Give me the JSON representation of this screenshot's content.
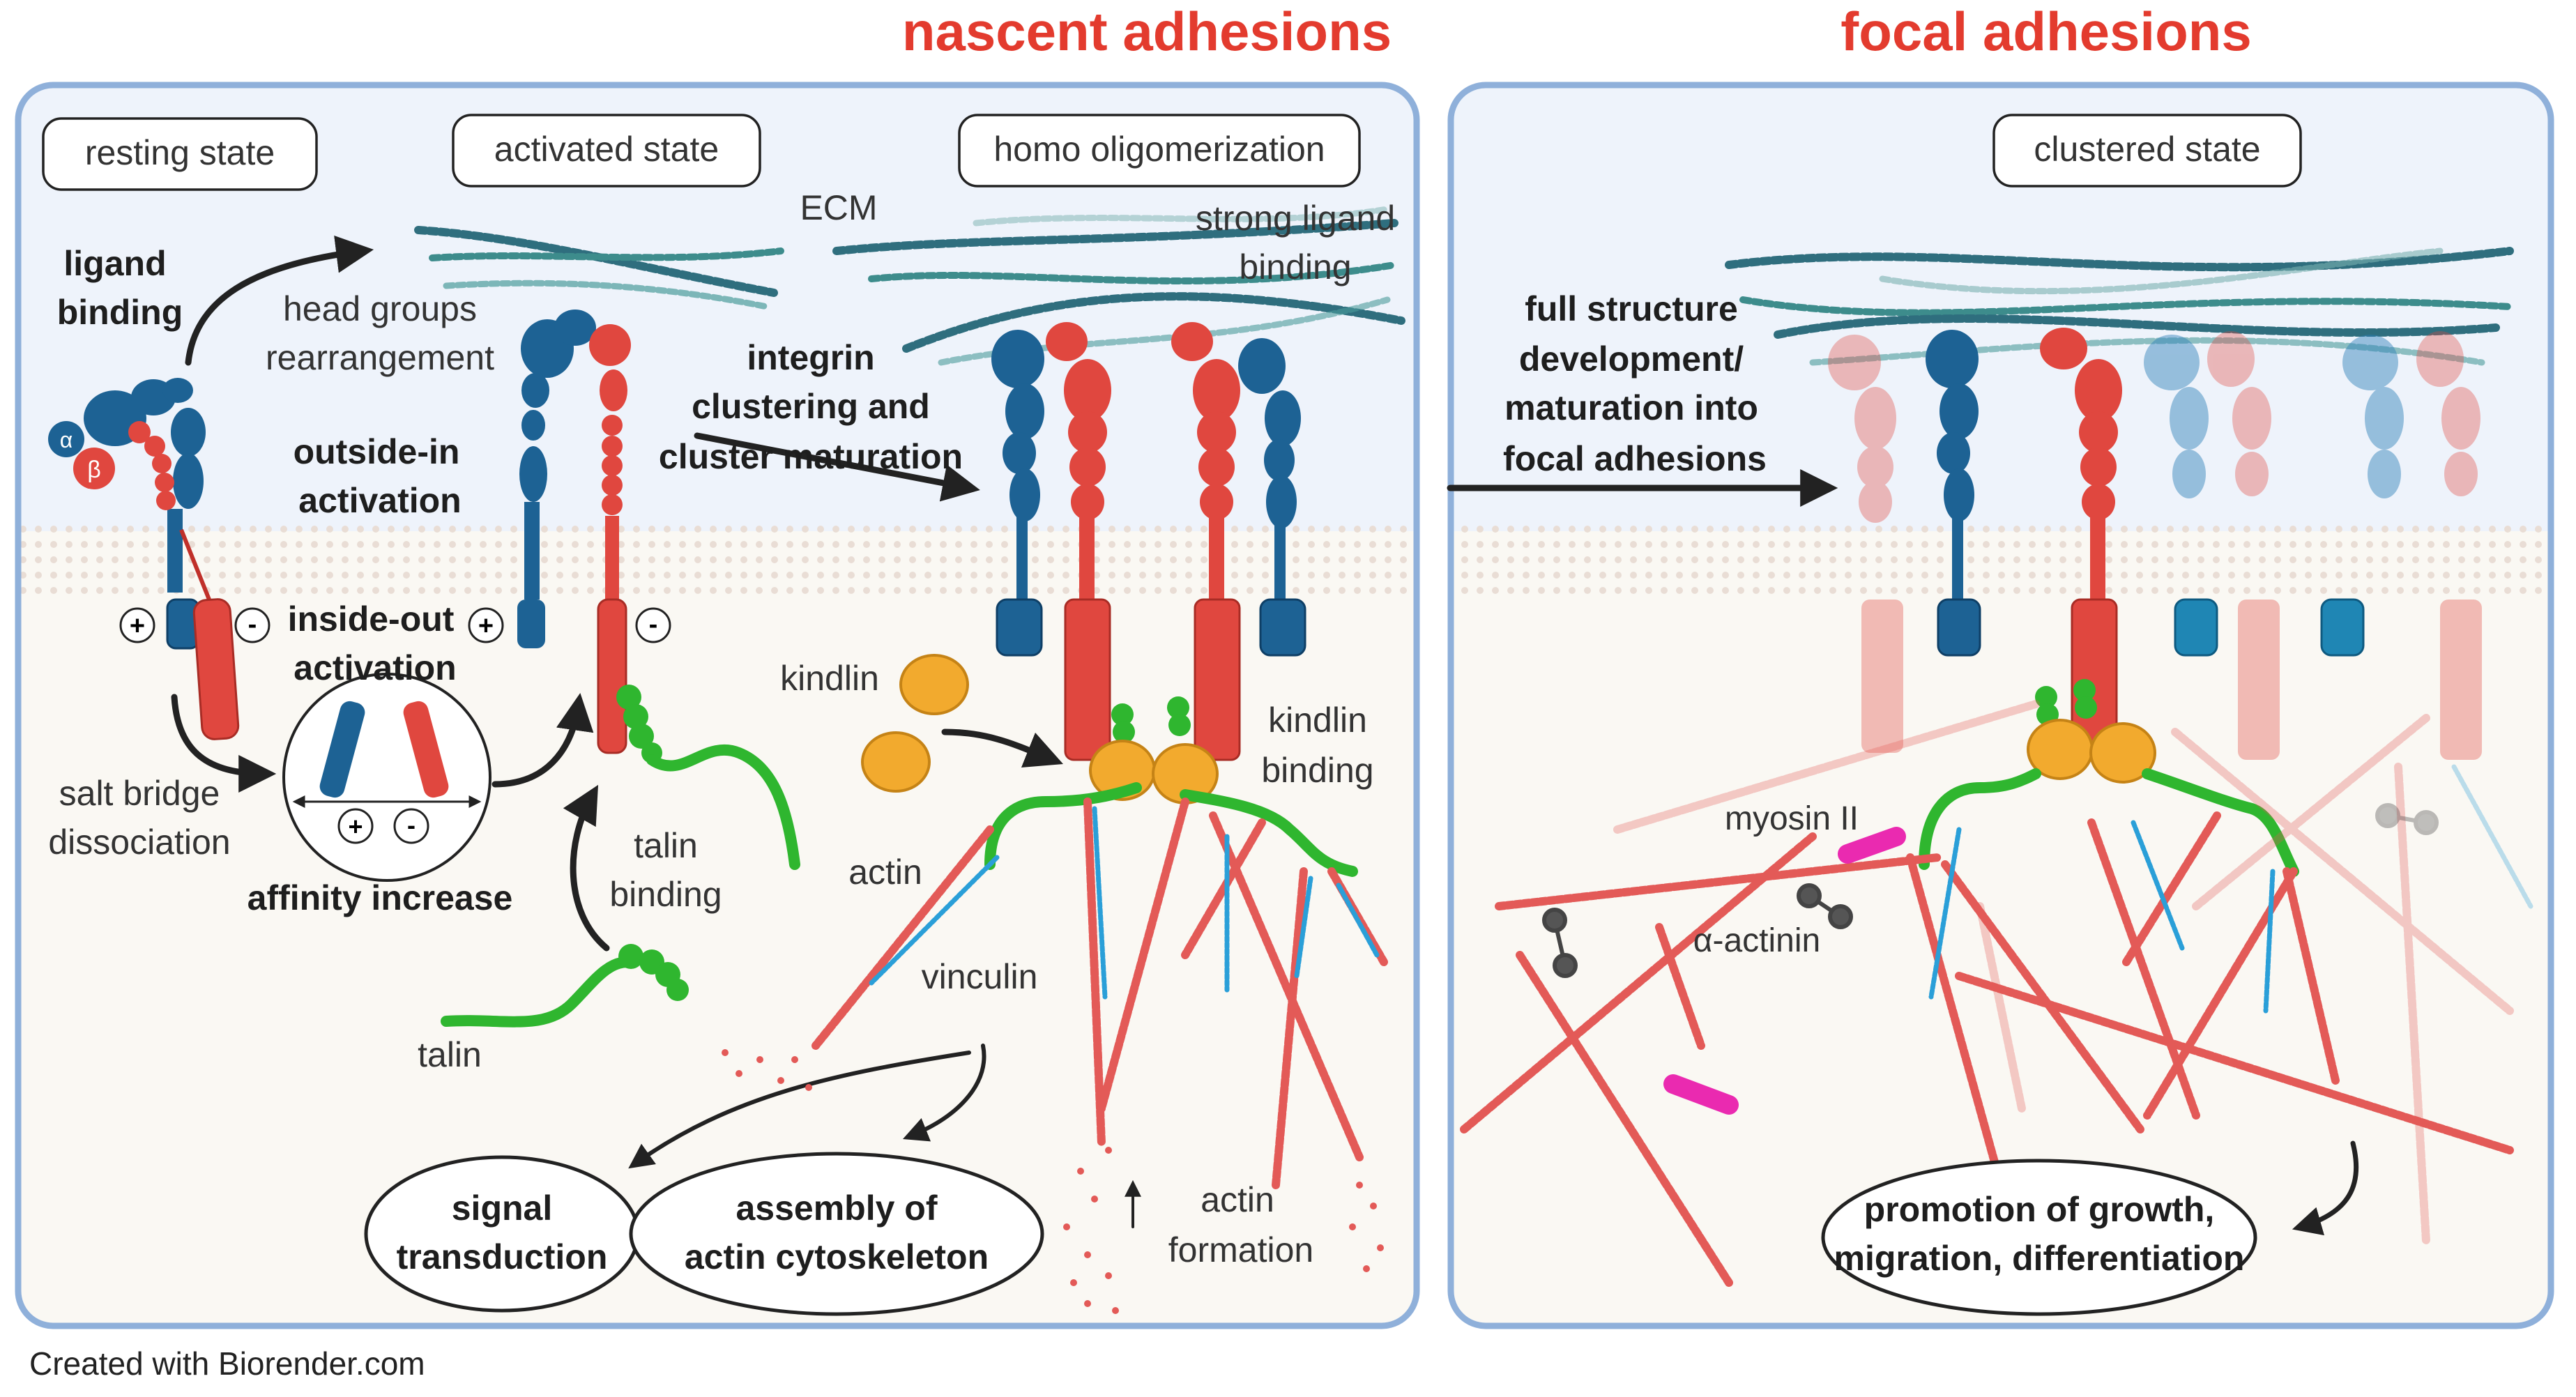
{
  "titles": {
    "nascent": "nascent adhesions",
    "focal": "focal adhesions"
  },
  "states": {
    "resting": "resting state",
    "activated": "activated state",
    "homo": "homo oligomerization",
    "clustered": "clustered state"
  },
  "labels": {
    "ligand_binding_1": "ligand",
    "ligand_binding_2": "binding",
    "head_groups_1": "head groups",
    "head_groups_2": "rearrangement",
    "ecm": "ECM",
    "strong_ligand_1": "strong ligand",
    "strong_ligand_2": "binding",
    "integrin_clustering_1": "integrin",
    "integrin_clustering_2": "clustering and",
    "integrin_clustering_3": "cluster maturation",
    "outside_in_1": "outside-in",
    "outside_in_2": "activation",
    "inside_out_1": "inside-out",
    "inside_out_2": "activation",
    "alpha": "α",
    "beta": "β",
    "plus": "+",
    "minus": "-",
    "salt_bridge_1": "salt bridge",
    "salt_bridge_2": "dissociation",
    "affinity_increase": "affinity increase",
    "talin_binding_1": "talin",
    "talin_binding_2": "binding",
    "talin": "talin",
    "kindlin": "kindlin",
    "kindlin_binding_1": "kindlin",
    "kindlin_binding_2": "binding",
    "actin": "actin",
    "vinculin": "vinculin",
    "actin_formation_1": "actin",
    "actin_formation_2": "formation",
    "signal_1": "signal",
    "signal_2": "transduction",
    "assembly_1": "assembly of",
    "assembly_2": "actin cytoskeleton",
    "full_structure_1": "full structure",
    "full_structure_2": "development/",
    "full_structure_3": "maturation into",
    "full_structure_4": "focal adhesions",
    "myosin": "myosin II",
    "actinin": "α-actinin",
    "promotion_1": "promotion of growth,",
    "promotion_2": "migration, differentiation"
  },
  "credit": "Created with Biorender.com",
  "colors": {
    "title": "#e33b2e",
    "panel_border": "#8fb0da",
    "extracellular": "#eef3fb",
    "cytoplasm": "#faf8f3",
    "alpha_blue": "#1d6294",
    "beta_red": "#e0473f",
    "talin_green": "#2fb62f",
    "kindlin_orange": "#f2aa2e",
    "actin_red": "#e35a57",
    "vinculin_blue": "#2a9fd8",
    "myosin_magenta": "#ea2ab0"
  }
}
